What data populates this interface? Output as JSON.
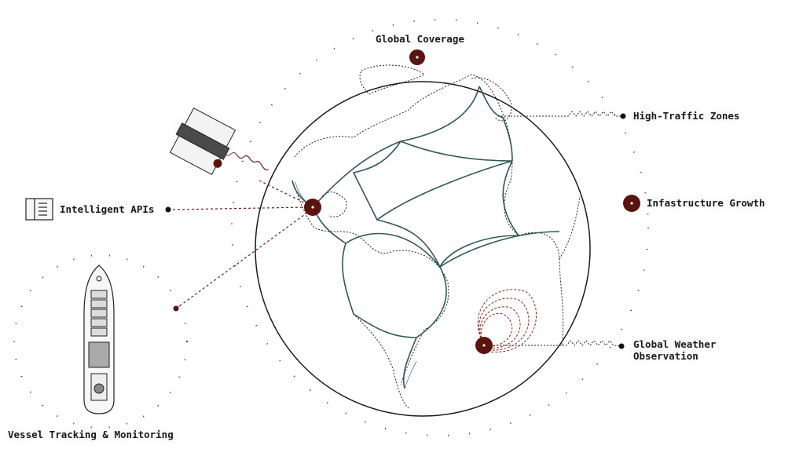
{
  "labels": {
    "global_coverage": "Global Coverage",
    "high_traffic": "High-Traffic Zones",
    "infrastructure": "Infastructure Growth",
    "weather_line1": "Global Weather",
    "weather_line2": "Observation",
    "apis": "Intelligent APIs",
    "vessel": "Vessel Tracking & Monitoring"
  },
  "colors": {
    "accent": "#5a1410",
    "route": "#2f5a55",
    "ink": "#1a1a1a"
  },
  "icons": [
    "satellite-icon",
    "document-icon",
    "ship-icon",
    "globe-icon"
  ]
}
